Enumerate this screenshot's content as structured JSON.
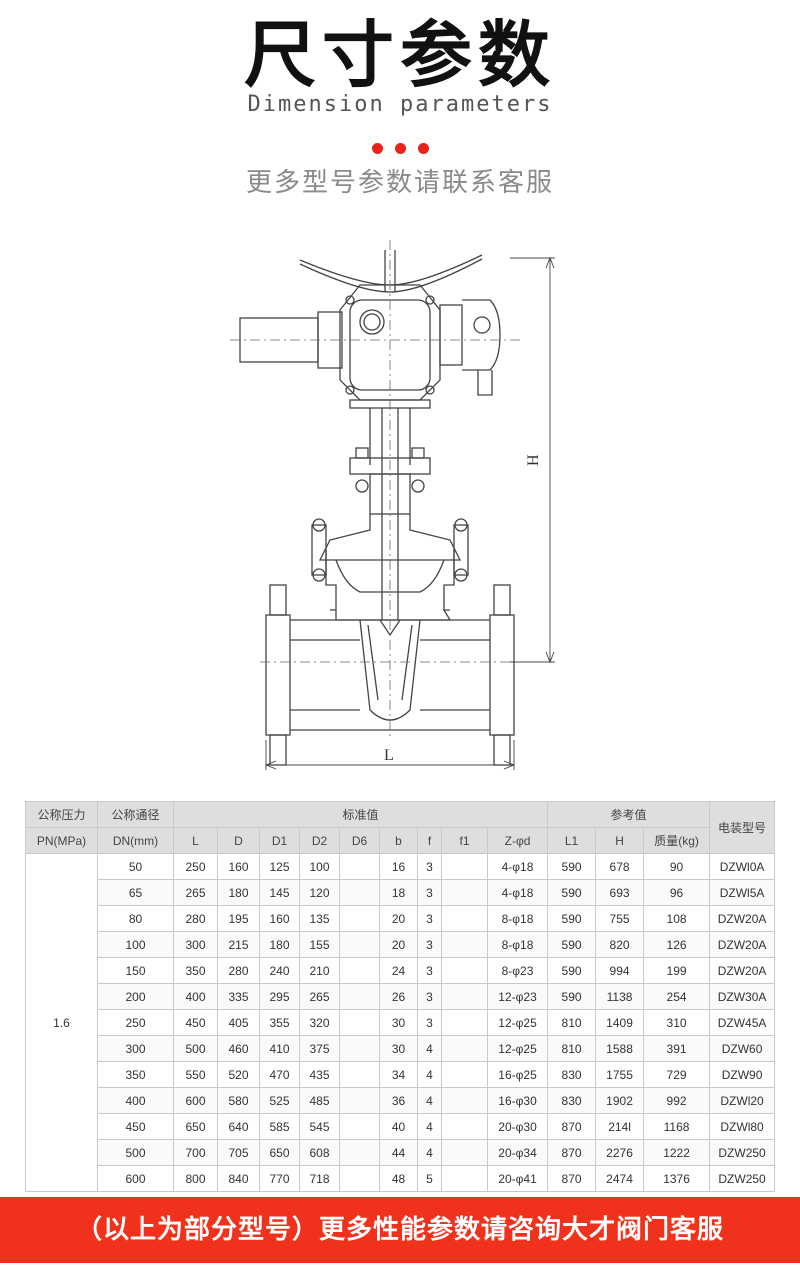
{
  "header": {
    "title": "尺寸参数",
    "subtitle": "Dimension parameters",
    "note": "更多型号参数请联系客服"
  },
  "drawing": {
    "dim_h": "H",
    "dim_l": "L"
  },
  "table": {
    "group_headers": {
      "pressure": [
        "公称压力",
        "PN(MPa)"
      ],
      "diameter": [
        "公称通径",
        "DN(mm)"
      ],
      "standard": "标准值",
      "reference": "参考值",
      "model": "电装型号"
    },
    "standard_columns": [
      "L",
      "D",
      "D1",
      "D2",
      "D6",
      "b",
      "f",
      "f1",
      "Z-φd"
    ],
    "reference_columns": [
      "L1",
      "H",
      "质量(kg)"
    ],
    "pressure_value": "1.6",
    "rows": [
      [
        "50",
        "250",
        "160",
        "125",
        "100",
        "",
        "16",
        "3",
        "",
        "4-φ18",
        "590",
        "678",
        "90",
        "DZWl0A"
      ],
      [
        "65",
        "265",
        "180",
        "145",
        "120",
        "",
        "18",
        "3",
        "",
        "4-φ18",
        "590",
        "693",
        "96",
        "DZWl5A"
      ],
      [
        "80",
        "280",
        "195",
        "160",
        "135",
        "",
        "20",
        "3",
        "",
        "8-φ18",
        "590",
        "755",
        "108",
        "DZW20A"
      ],
      [
        "100",
        "300",
        "215",
        "180",
        "155",
        "",
        "20",
        "3",
        "",
        "8-φ18",
        "590",
        "820",
        "126",
        "DZW20A"
      ],
      [
        "150",
        "350",
        "280",
        "240",
        "210",
        "",
        "24",
        "3",
        "",
        "8-φ23",
        "590",
        "994",
        "199",
        "DZW20A"
      ],
      [
        "200",
        "400",
        "335",
        "295",
        "265",
        "",
        "26",
        "3",
        "",
        "12-φ23",
        "590",
        "1138",
        "254",
        "DZW30A"
      ],
      [
        "250",
        "450",
        "405",
        "355",
        "320",
        "",
        "30",
        "3",
        "",
        "12-φ25",
        "810",
        "1409",
        "310",
        "DZW45A"
      ],
      [
        "300",
        "500",
        "460",
        "410",
        "375",
        "",
        "30",
        "4",
        "",
        "12-φ25",
        "810",
        "1588",
        "391",
        "DZW60"
      ],
      [
        "350",
        "550",
        "520",
        "470",
        "435",
        "",
        "34",
        "4",
        "",
        "16-φ25",
        "830",
        "1755",
        "729",
        "DZW90"
      ],
      [
        "400",
        "600",
        "580",
        "525",
        "485",
        "",
        "36",
        "4",
        "",
        "16-φ30",
        "830",
        "1902",
        "992",
        "DZWl20"
      ],
      [
        "450",
        "650",
        "640",
        "585",
        "545",
        "",
        "40",
        "4",
        "",
        "20-φ30",
        "870",
        "214l",
        "1168",
        "DZWl80"
      ],
      [
        "500",
        "700",
        "705",
        "650",
        "608",
        "",
        "44",
        "4",
        "",
        "20-φ34",
        "870",
        "2276",
        "1222",
        "DZW250"
      ],
      [
        "600",
        "800",
        "840",
        "770",
        "718",
        "",
        "48",
        "5",
        "",
        "20-φ41",
        "870",
        "2474",
        "1376",
        "DZW250"
      ]
    ]
  },
  "footer": {
    "banner": "（以上为部分型号）更多性能参数请咨询大才阀门客服"
  }
}
